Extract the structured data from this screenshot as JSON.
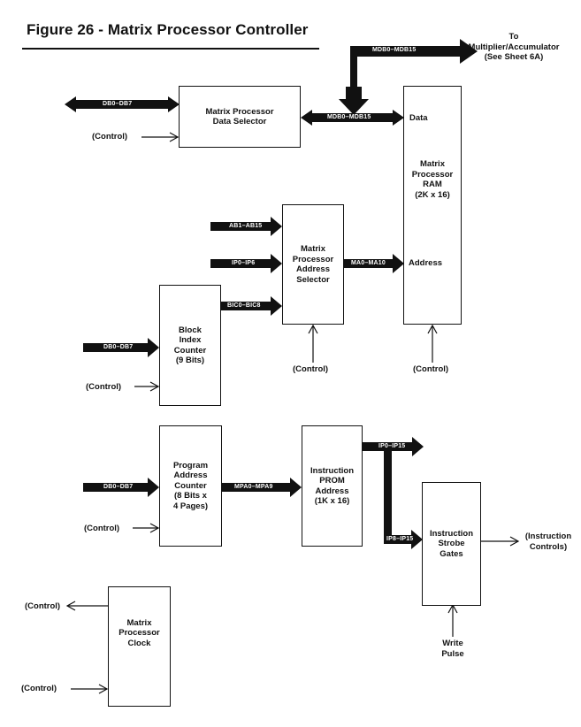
{
  "title": "Figure 26 - Matrix Processor Controller",
  "blocks": {
    "data_selector": [
      "Matrix Processor",
      "Data Selector"
    ],
    "ram": [
      "Matrix",
      "Processor",
      "RAM",
      "(2K x 16)"
    ],
    "ram_data_port": "Data",
    "ram_address_port": "Address",
    "address_selector": [
      "Matrix",
      "Processor",
      "Address",
      "Selector"
    ],
    "block_index": [
      "Block",
      "Index",
      "Counter",
      "(9 Bits)"
    ],
    "program_counter": [
      "Program",
      "Address",
      "Counter",
      "(8 Bits x",
      "4 Pages)"
    ],
    "prom": [
      "Instruction",
      "PROM",
      "Address",
      "(1K x 16)"
    ],
    "strobe_gates": [
      "Instruction",
      "Strobe",
      "Gates"
    ],
    "clock": [
      "Matrix",
      "Processor",
      "Clock"
    ]
  },
  "buses": {
    "mdb_top": "MDB0–MDB15",
    "mdb_mid": "MDB0–MDB15",
    "db_selector": "DB0–DB7",
    "ab": "AB1–AB15",
    "ip_addr": "IP0–IP6",
    "bic": "BIC0–BIC8",
    "ma": "MA0–MA10",
    "db_block": "DB0–DB7",
    "db_program": "DB0–DB7",
    "mpa": "MPA0–MPA9",
    "ip_top": "IP0–IP15",
    "ip_strobe": "IP8–IP15"
  },
  "labels": {
    "to_multiplier": [
      "To",
      "Multiplier/Accumulator",
      "(See Sheet 6A)"
    ],
    "control_selector": "(Control)",
    "control_addr_sel": "(Control)",
    "control_ram": "(Control)",
    "control_block": "(Control)",
    "control_program": "(Control)",
    "control_clock_out": "(Control)",
    "control_clock_in": "(Control)",
    "instruction_controls": [
      "(Instruction",
      "Controls)"
    ],
    "write_pulse": [
      "Write",
      "Pulse"
    ]
  }
}
